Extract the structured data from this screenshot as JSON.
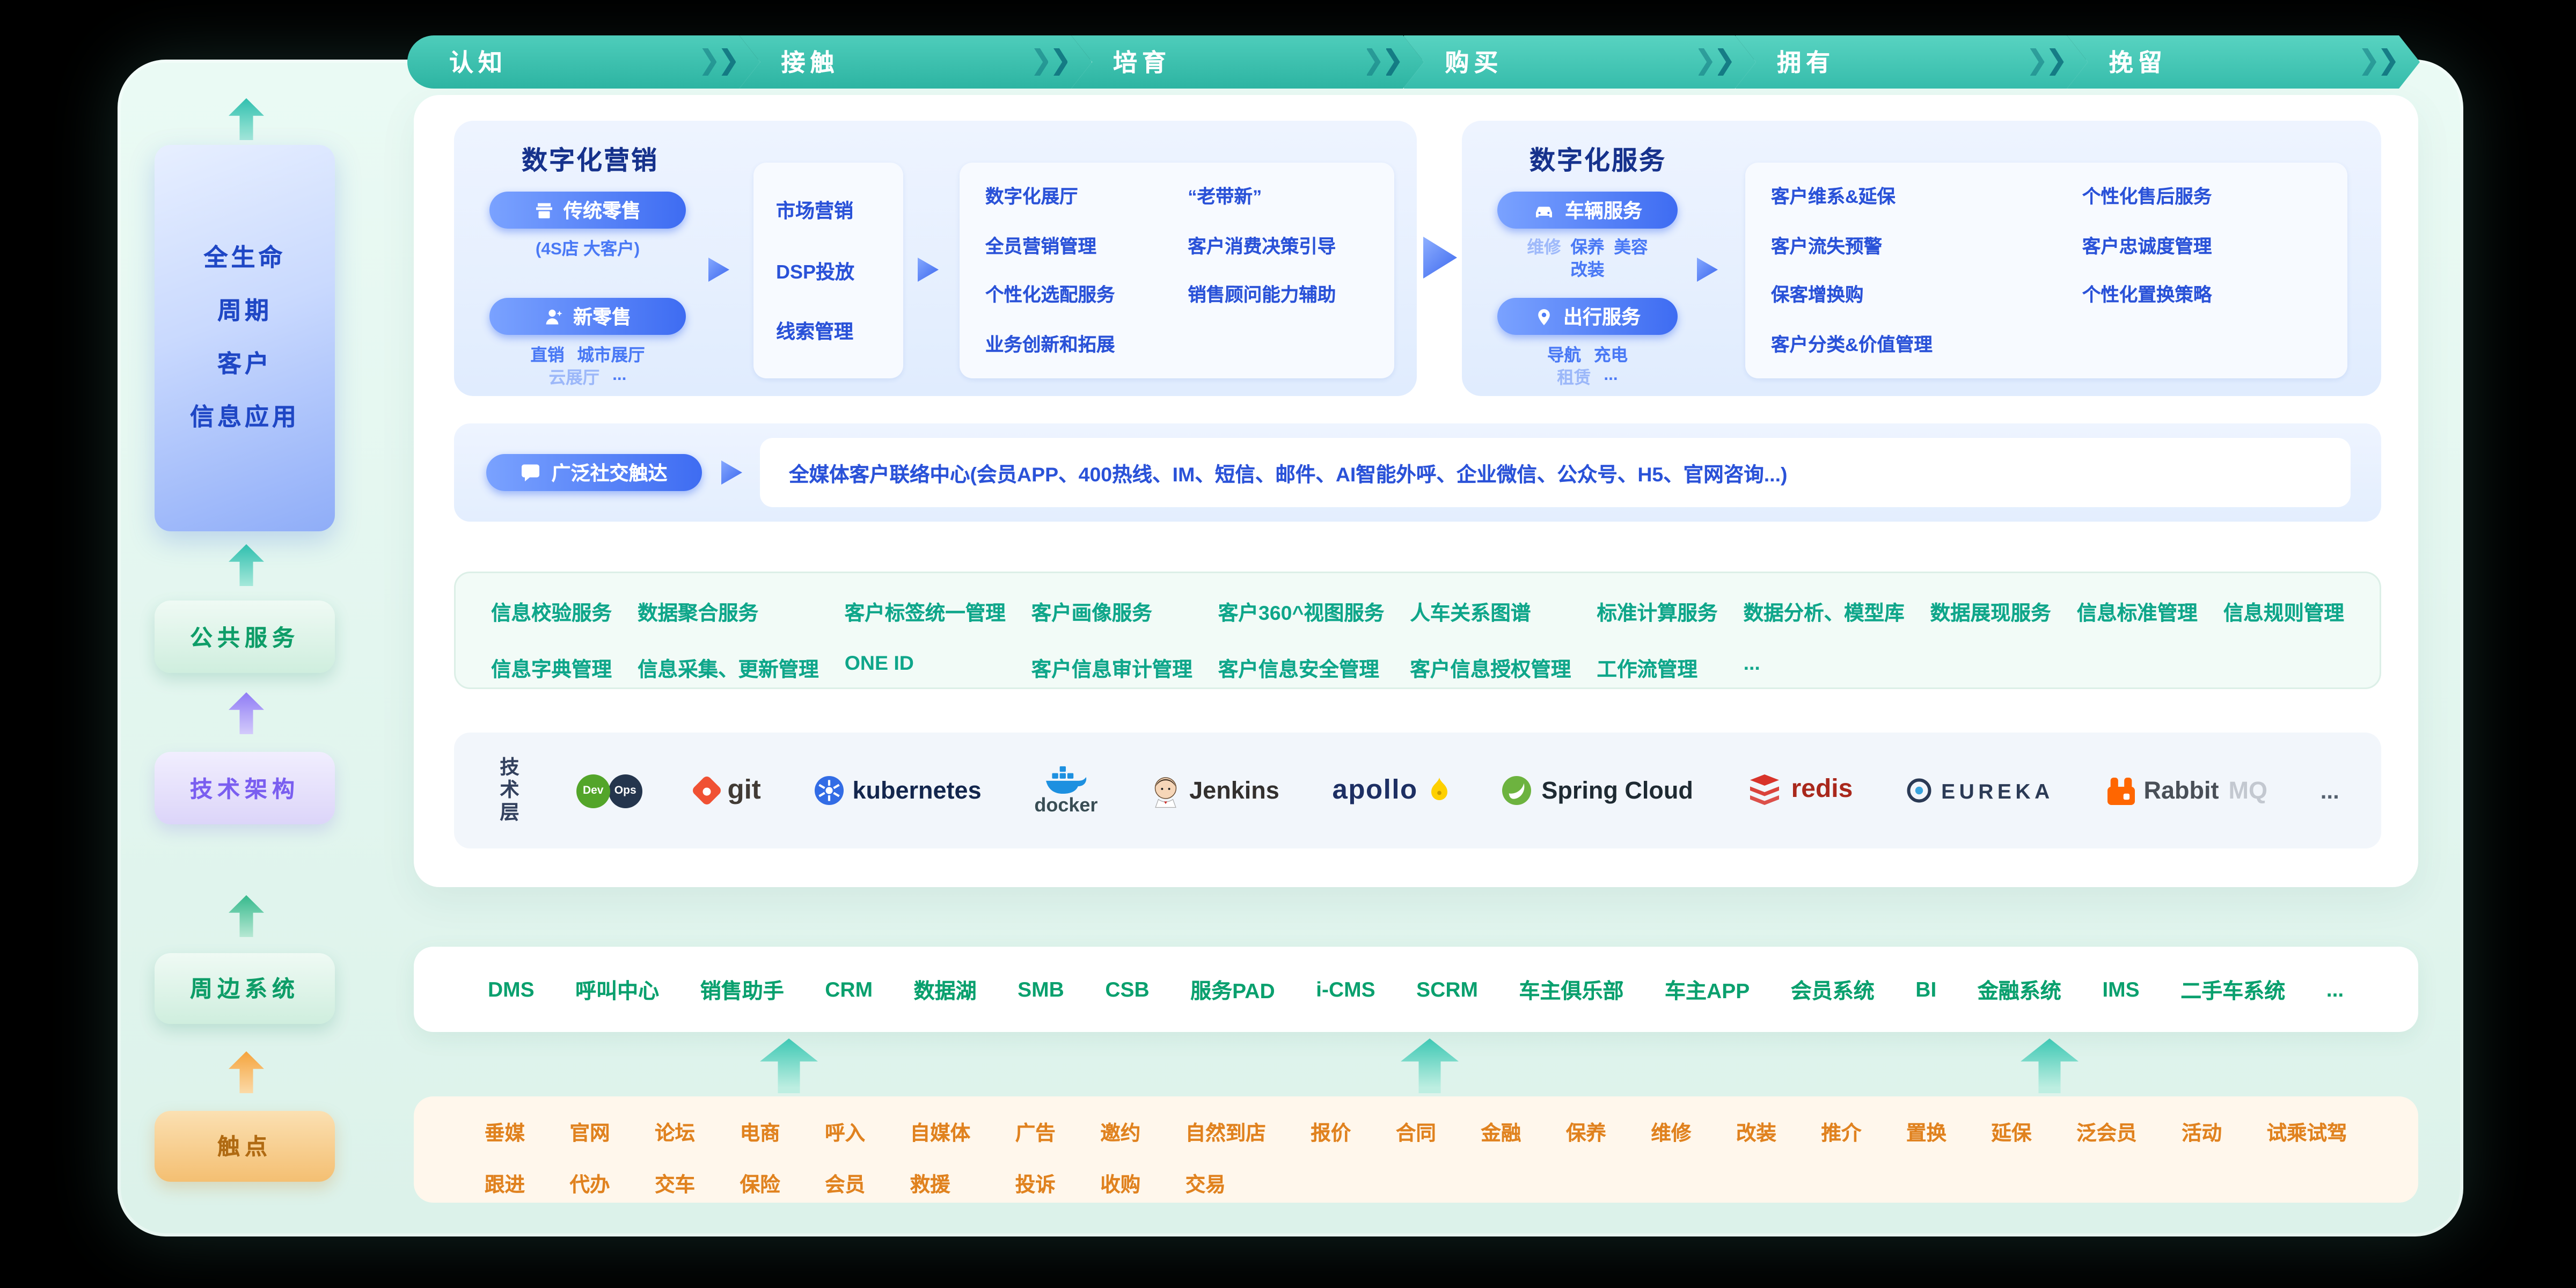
{
  "ribbon": {
    "stages": [
      "认知",
      "接触",
      "培育",
      "购买",
      "拥有",
      "挽留"
    ]
  },
  "sidebar": {
    "lifecycle_label": "全生命\n周期\n客户\n信息应用",
    "public_label": "公共服务",
    "tech_label": "技术架构",
    "peripheral_label": "周边系统",
    "touchpoint_label": "触点"
  },
  "marketing": {
    "title": "数字化营销",
    "traditional_button": "传统零售",
    "traditional_sub": "(4S店 大客户)",
    "new_button": "新零售",
    "new_sub_row1": [
      "直销",
      "城市展厅"
    ],
    "new_sub_row2": [
      {
        "text": "云展厅",
        "faded": true
      },
      {
        "text": "..."
      }
    ],
    "middle_items": [
      "市场营销",
      "DSP投放",
      "线索管理"
    ],
    "outcome_col1": [
      "数字化展厅",
      "全员营销管理",
      "个性化选配服务",
      "业务创新和拓展"
    ],
    "outcome_col2": [
      "“老带新”",
      "客户消费决策引导",
      "销售顾问能力辅助"
    ]
  },
  "services": {
    "title": "数字化服务",
    "vehicle_button": "车辆服务",
    "vehicle_sub_row1": [
      {
        "text": "维修",
        "faded": true
      },
      {
        "text": "保养"
      },
      {
        "text": "美容"
      }
    ],
    "vehicle_sub_row2": [
      {
        "text": "改装"
      }
    ],
    "travel_button": "出行服务",
    "travel_sub_row1": [
      {
        "text": "导航"
      },
      {
        "text": "充电"
      }
    ],
    "travel_sub_row2": [
      {
        "text": "租赁",
        "faded": true
      },
      {
        "text": "..."
      }
    ],
    "outcome_col1": [
      "客户维系&延保",
      "客户流失预警",
      "保客增换购",
      "客户分类&价值管理"
    ],
    "outcome_col2": [
      "个性化售后服务",
      "客户忠诚度管理",
      "个性化置换策略"
    ]
  },
  "social": {
    "button": "广泛社交触达",
    "text": "全媒体客户联络中心(会员APP、400热线、IM、短信、邮件、AI智能外呼、企业微信、公众号、H5、官网咨询...)"
  },
  "public_services": {
    "row1": [
      "信息校验服务",
      "数据聚合服务",
      "客户标签统一管理",
      "客户画像服务",
      "客户360^视图服务",
      "人车关系图谱",
      "标准计算服务",
      "数据分析、模型库",
      "数据展现服务",
      "信息标准管理",
      "信息规则管理"
    ],
    "row2": [
      "信息字典管理",
      "信息采集、更新管理",
      "ONE ID",
      "客户信息审计管理",
      "客户信息安全管理",
      "客户信息授权管理",
      "工作流管理",
      "..."
    ]
  },
  "tech": {
    "label": "技术层",
    "devops_left": "Dev",
    "devops_right": "Ops",
    "git": "git",
    "kubernetes": "kubernetes",
    "docker": "docker",
    "jenkins": "Jenkins",
    "apollo": "apollo",
    "spring_cloud": "Spring Cloud",
    "redis": "redis",
    "eureka": "EUREKA",
    "rabbit": "Rabbit",
    "rabbit_mq": "MQ",
    "more": "..."
  },
  "peripheral": {
    "items": [
      "DMS",
      "呼叫中心",
      "销售助手",
      "CRM",
      "数据湖",
      "SMB",
      "CSB",
      "服务PAD",
      "i-CMS",
      "SCRM",
      "车主俱乐部",
      "车主APP",
      "会员系统",
      "BI",
      "金融系统",
      "IMS",
      "二手车系统",
      "..."
    ]
  },
  "touchpoints": {
    "row1": [
      "垂媒",
      "官网",
      "论坛",
      "电商",
      "呼入",
      "自媒体",
      "广告",
      "邀约",
      "自然到店",
      "报价",
      "合同",
      "金融",
      "保养",
      "维修",
      "改装",
      "推介",
      "置换",
      "延保",
      "泛会员",
      "活动",
      "试乘试驾"
    ],
    "row2": [
      "跟进",
      "代办",
      "交车",
      "保险",
      "会员",
      "救援",
      "投诉",
      "收购",
      "交易"
    ]
  },
  "colors": {
    "ribbon_teal": "#3bc6b3",
    "primary_blue": "#2a52d8",
    "service_teal": "#0fa68a",
    "system_green": "#0aa06e",
    "touch_orange": "#e0821f"
  }
}
